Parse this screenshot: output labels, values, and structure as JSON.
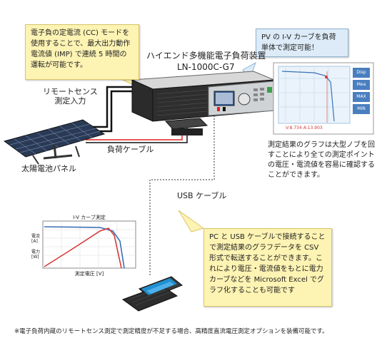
{
  "callout_cc": "電子負の定電流 (CC) モードを使用することで、最大出力動作電流値 (IMP) で連続 5 時間の運転が可能です。",
  "callout_pv": "PV の I-V カーブを負荷単体で測定可能！",
  "callout_pc": "PC と USB ケーブルで接続することで測定結果のグラフデータを CSV 形式で転送することができます。これにより電圧・電流値をもとに電力カーブなどを Microsoft Excel でグラフ化することも可能です",
  "device_title": "ハイエンド多機能電子負荷装置",
  "device_model": "LN-1000C-G7",
  "remote_sense_label": "リモートセンス\n測定入力",
  "load_cable_label": "負荷ケーブル",
  "solar_label": "太陽電池パネル",
  "usb_label": "USB ケーブル",
  "graph_note": "測定結果のグラフは大型ノブを回すことにより全ての測定ポイントの電圧・電流値を容易に確認することができます。",
  "footnote": "※電子負荷内蔵のリモートセンス測定で測定精度が不足する場合、高精度直流電圧測定オプションを装備可能です。",
  "screen": {
    "buttons": [
      "Disp",
      "Mea",
      "MAX",
      "MIN"
    ],
    "readout": "V:8.734 A:13.903"
  },
  "laptop_chart": {
    "title": "I-V カーブ測定",
    "xlabel": "測定電圧 [V]",
    "ylabel_left": "電流 [A]",
    "ylabel_right": "電力 [W]"
  },
  "colors": {
    "callout_bg": "#fdf3b3",
    "iv_curve": "#3a6fb6",
    "power_curve": "#d23a3a",
    "cable_red": "#e02020"
  }
}
